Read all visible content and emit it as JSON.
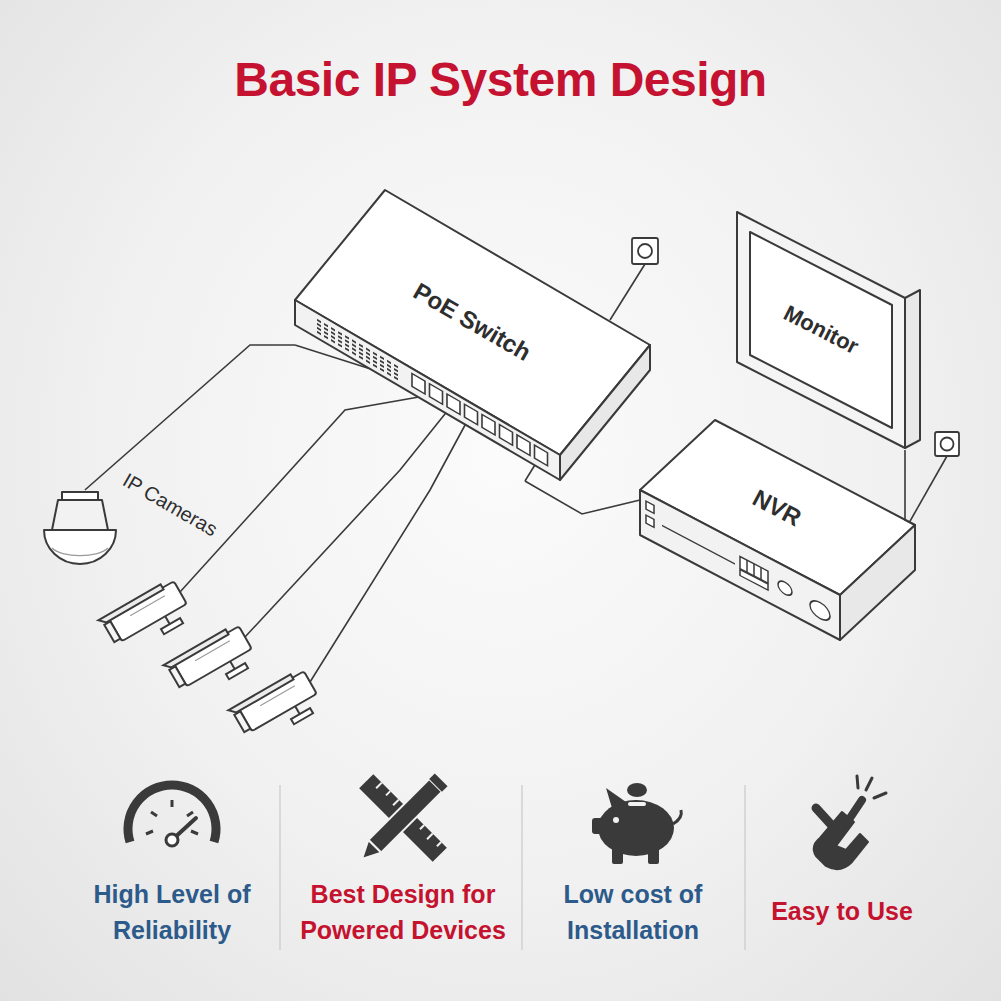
{
  "diagram": {
    "title": "Basic IP System Design",
    "nodes": [
      {
        "text": [
          "PoE Switch"
        ]
      },
      {
        "text": [
          "Monitor"
        ]
      },
      {
        "text": [
          "IP Cameras"
        ]
      },
      {
        "text": [
          "NVR"
        ]
      }
    ],
    "edges": [
      {
        "from": 0,
        "to": 2,
        "arrow": "none"
      },
      {
        "from": 0,
        "to": 3,
        "arrow": "none"
      },
      {
        "from": 1,
        "to": 3,
        "arrow": "none"
      }
    ],
    "labels": [
      "High Level of Reliability",
      "Best Design for Powered Devices",
      "Low cost of Installation",
      "Easy to Use"
    ]
  }
}
